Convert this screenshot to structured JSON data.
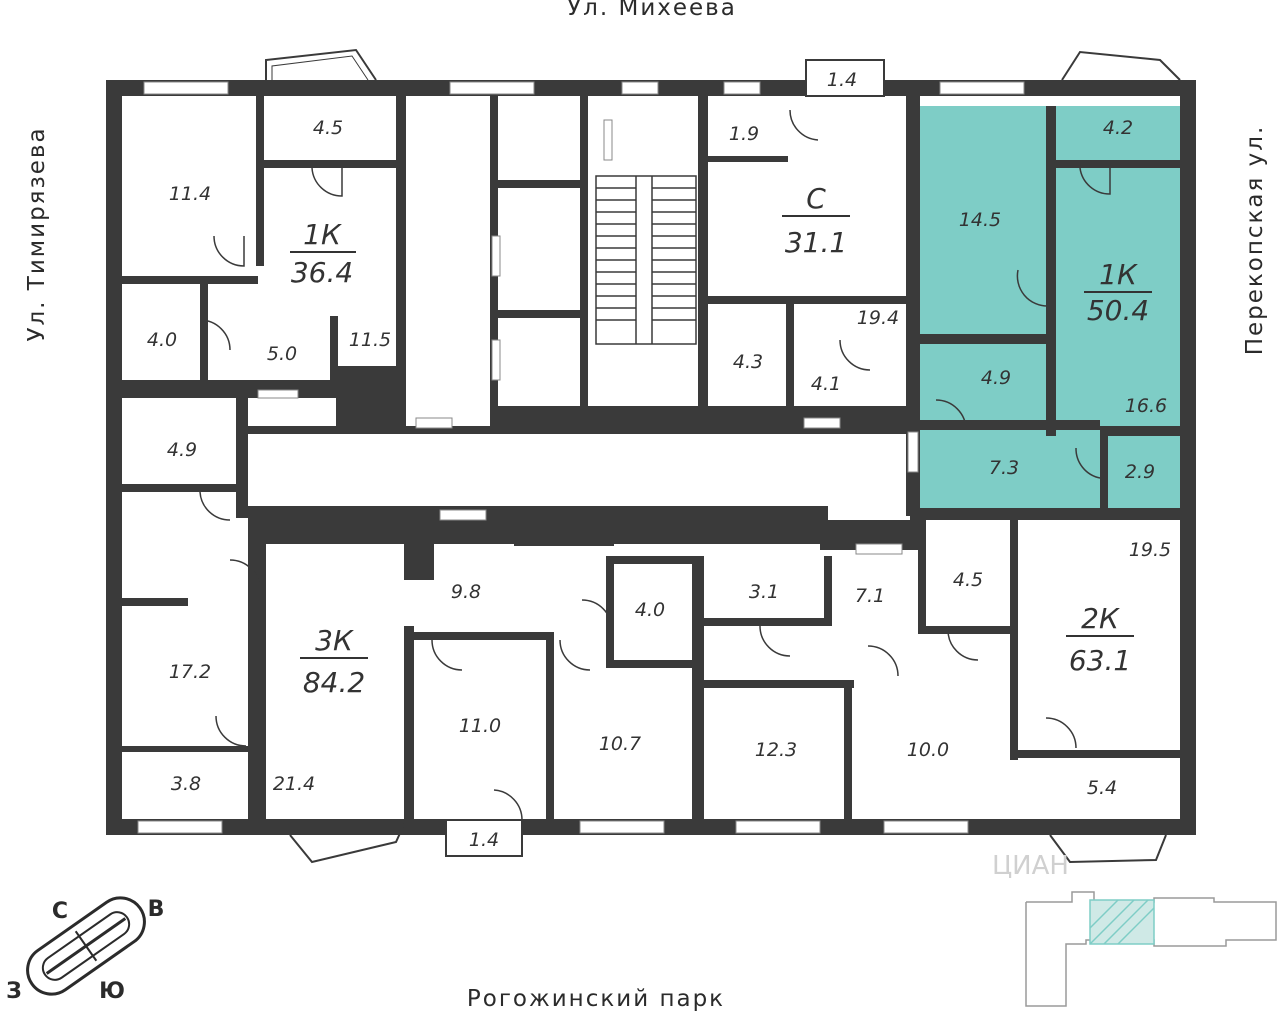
{
  "streets": {
    "north": "Ул. Михеева",
    "west": "Ул. Тимирязева",
    "east": "Перекопская ул.",
    "south": "Рогожинский парк"
  },
  "apartments": {
    "a1": {
      "type": "1К",
      "area": "36.4"
    },
    "studio": {
      "type": "С",
      "area": "31.1"
    },
    "highlighted": {
      "type": "1К",
      "area": "50.4"
    },
    "a3": {
      "type": "3К",
      "area": "84.2"
    },
    "a2": {
      "type": "2К",
      "area": "63.1"
    }
  },
  "rooms": {
    "r1": "11.4",
    "r2": "4.5",
    "r3": "4.0",
    "r4": "5.0",
    "r5": "11.5",
    "r6": "1.4",
    "r7": "1.9",
    "r8": "19.4",
    "r9": "4.3",
    "r10": "4.1",
    "r11": "14.5",
    "r12": "4.2",
    "r13": "4.9",
    "r14": "16.6",
    "r15": "7.3",
    "r16": "2.9",
    "r17": "4.9",
    "r18": "17.2",
    "r19": "3.8",
    "r20": "21.4",
    "r21": "9.8",
    "r22": "4.0",
    "r23": "11.0",
    "r24": "10.7",
    "r25": "1.4",
    "r26": "3.1",
    "r27": "7.1",
    "r28": "12.3",
    "r29": "10.0",
    "r30": "4.5",
    "r31": "19.5",
    "r32": "5.4"
  },
  "compass": {
    "n": "С",
    "e": "В",
    "s": "Ю",
    "w": "З"
  },
  "watermark": "ЦИАН",
  "colors": {
    "wall": "#3a3a3a",
    "highlight": "#7ecdc6",
    "minimap_highlight": "#cfe9e6"
  }
}
